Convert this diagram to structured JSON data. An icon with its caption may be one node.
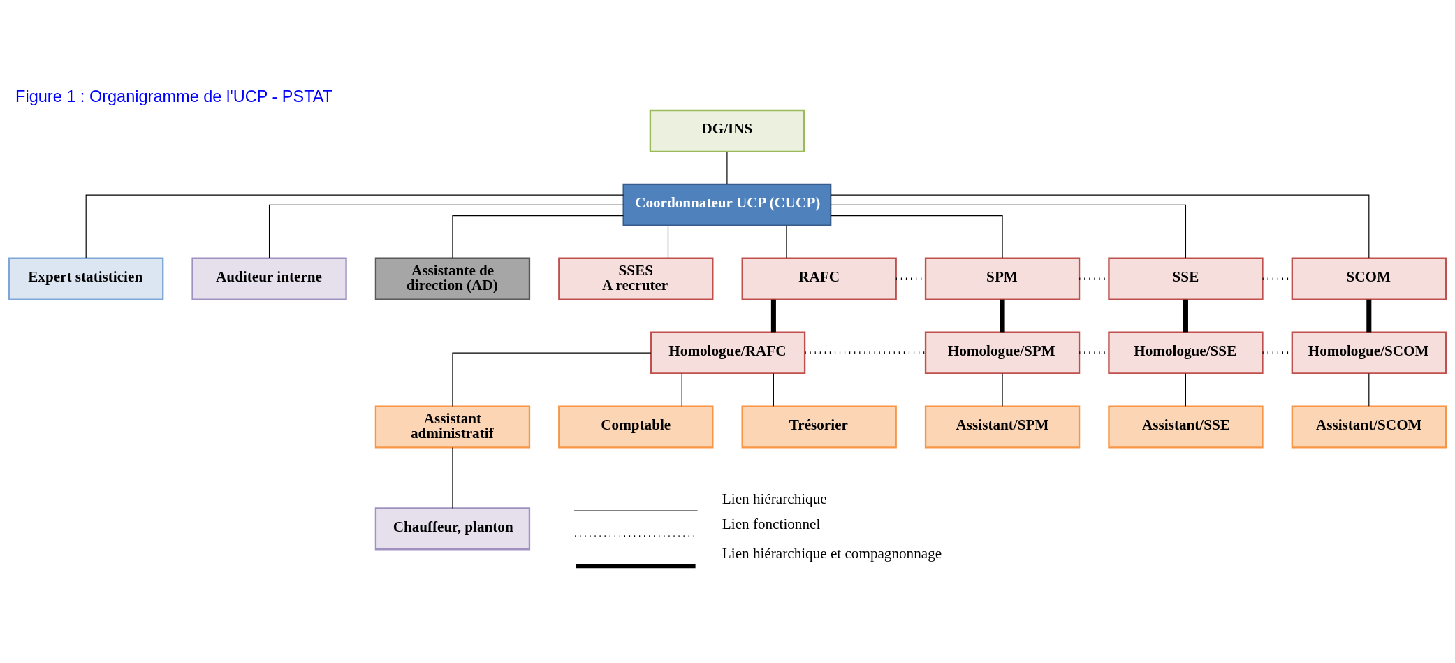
{
  "diagram": {
    "title": "Figure 1 : Organigramme de l'UCP - PSTAT",
    "nodes": [
      {
        "text": [
          "DG/INS"
        ]
      },
      {
        "text": [
          "Coordonnateur UCP (CUCP)"
        ]
      },
      {
        "text": [
          "Expert statisticien"
        ]
      },
      {
        "text": [
          "Auditeur interne"
        ]
      },
      {
        "text": [
          "Assistante de direction (AD)"
        ]
      },
      {
        "text": [
          "SSES",
          "A recruter"
        ]
      },
      {
        "text": [
          "RAFC"
        ]
      },
      {
        "text": [
          "SPM"
        ]
      },
      {
        "text": [
          "SSE"
        ]
      },
      {
        "text": [
          "SCOM"
        ]
      },
      {
        "text": [
          "Homologue/RAFC"
        ]
      },
      {
        "text": [
          "Homologue/SPM"
        ]
      },
      {
        "text": [
          "Homologue/SSE"
        ]
      },
      {
        "text": [
          "Homologue/SCOM"
        ]
      },
      {
        "text": [
          "Assistant administratif"
        ]
      },
      {
        "text": [
          "Comptable"
        ]
      },
      {
        "text": [
          "Trésorier"
        ]
      },
      {
        "text": [
          "Assistant/SPM"
        ]
      },
      {
        "text": [
          "Assistant/SSE"
        ]
      },
      {
        "text": [
          "Assistant/SCOM"
        ]
      },
      {
        "text": [
          "Chauffeur, planton"
        ]
      }
    ],
    "edges": [
      {
        "from": 0,
        "to": 1,
        "arrow": "none"
      },
      {
        "from": 1,
        "to": 2,
        "arrow": "none"
      },
      {
        "from": 1,
        "to": 3,
        "arrow": "none"
      },
      {
        "from": 1,
        "to": 4,
        "arrow": "none"
      },
      {
        "from": 1,
        "to": 5,
        "arrow": "none"
      },
      {
        "from": 1,
        "to": 6,
        "arrow": "none"
      },
      {
        "from": 1,
        "to": 7,
        "arrow": "none"
      },
      {
        "from": 1,
        "to": 8,
        "arrow": "none"
      },
      {
        "from": 1,
        "to": 9,
        "arrow": "none"
      },
      {
        "from": 6,
        "to": 7,
        "arrow": "none",
        "style": "dashed"
      },
      {
        "from": 7,
        "to": 8,
        "arrow": "none",
        "style": "dashed"
      },
      {
        "from": 8,
        "to": 9,
        "arrow": "none",
        "style": "dashed"
      },
      {
        "from": 6,
        "to": 10,
        "arrow": "none",
        "style": "thick"
      },
      {
        "from": 7,
        "to": 11,
        "arrow": "none",
        "style": "thick"
      },
      {
        "from": 8,
        "to": 12,
        "arrow": "none",
        "style": "thick"
      },
      {
        "from": 9,
        "to": 13,
        "arrow": "none",
        "style": "thick"
      },
      {
        "from": 10,
        "to": 11,
        "arrow": "none",
        "style": "dashed"
      },
      {
        "from": 11,
        "to": 12,
        "arrow": "none",
        "style": "dashed"
      },
      {
        "from": 12,
        "to": 13,
        "arrow": "none",
        "style": "dashed"
      },
      {
        "from": 10,
        "to": 14,
        "arrow": "none"
      },
      {
        "from": 10,
        "to": 15,
        "arrow": "none"
      },
      {
        "from": 10,
        "to": 16,
        "arrow": "none"
      },
      {
        "from": 11,
        "to": 17,
        "arrow": "none"
      },
      {
        "from": 12,
        "to": 18,
        "arrow": "none"
      },
      {
        "from": 13,
        "to": 19,
        "arrow": "none"
      },
      {
        "from": 14,
        "to": 20,
        "arrow": "none"
      }
    ],
    "legend": [
      {
        "text": "Lien hiérarchique"
      },
      {
        "text": "Lien fonctionnel"
      },
      {
        "text": "Lien hiérarchique et compagnonnage"
      }
    ]
  }
}
